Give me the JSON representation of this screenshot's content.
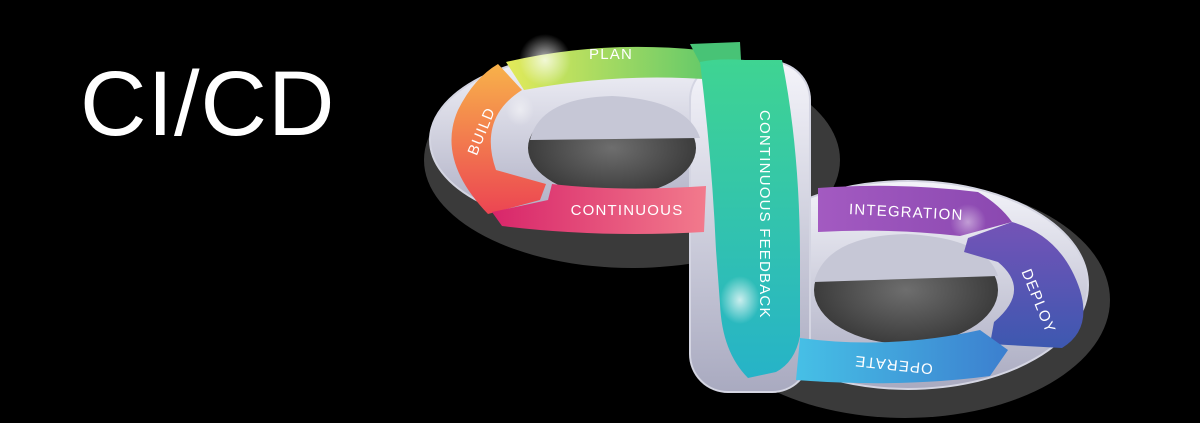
{
  "title": "CI/CD",
  "segments": {
    "plan": {
      "label": "PLAN",
      "color": "#a3cf3a"
    },
    "build": {
      "label": "BUILD",
      "color": "#ef6a3c"
    },
    "continuous": {
      "label": "CONTINUOUS",
      "color": "#e6386a"
    },
    "feedback": {
      "label": "CONTINUOUS FEEDBACK",
      "color": "#2ec5ad"
    },
    "integration": {
      "label": "INTEGRATION",
      "color": "#9b52b8"
    },
    "deploy": {
      "label": "DEPLOY",
      "color": "#4b55b2"
    },
    "operate": {
      "label": "OPERATE",
      "color": "#3aa6dd"
    }
  }
}
